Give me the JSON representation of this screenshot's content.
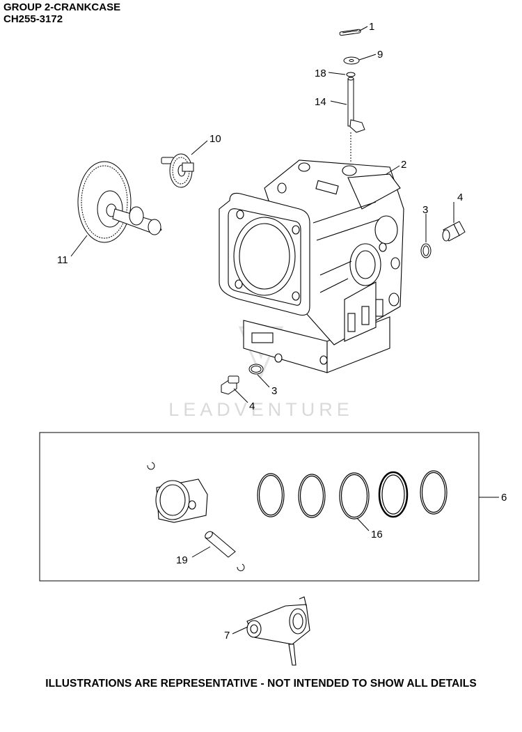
{
  "header": {
    "group_title": "GROUP 2-CRANKCASE",
    "model_code": "CH255-3172"
  },
  "callouts": {
    "c1": "1",
    "c9": "9",
    "c18": "18",
    "c14": "14",
    "c2": "2",
    "c10": "10",
    "c3a": "3",
    "c4a": "4",
    "c11": "11",
    "c3b": "3",
    "c4b": "4",
    "c6": "6",
    "c16": "16",
    "c19": "19",
    "c7": "7"
  },
  "watermark": "LEADVENTURE",
  "footer": {
    "disclaimer": "ILLUSTRATIONS ARE REPRESENTATIVE - NOT INTENDED TO SHOW ALL DETAILS"
  }
}
